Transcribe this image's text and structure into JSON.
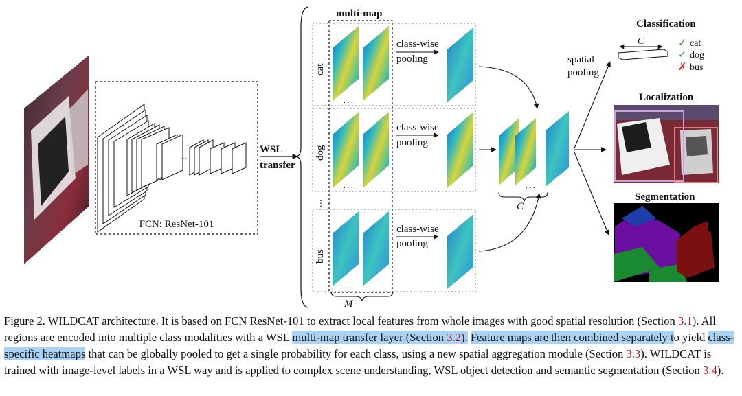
{
  "figure": {
    "fcn_label": "FCN: ResNet-101",
    "transfer_label_1": "WSL",
    "transfer_label_2": "transfer",
    "multimap_title": "multi-map",
    "rows": [
      {
        "class_label": "cat",
        "pooling_1": "class-wise",
        "pooling_2": "pooling"
      },
      {
        "class_label": "dog",
        "pooling_1": "class-wise",
        "pooling_2": "pooling"
      },
      {
        "class_label": "bus",
        "pooling_1": "class-wise",
        "pooling_2": "pooling"
      }
    ],
    "ellipsis": "...",
    "m_label": "M",
    "c_label": "C",
    "spatial_pooling_1": "spatial",
    "spatial_pooling_2": "pooling",
    "outputs": {
      "classification": {
        "title": "Classification",
        "c_label": "C",
        "labels": [
          {
            "mark": "✓",
            "text": "cat",
            "color": "#3aa335"
          },
          {
            "mark": "✓",
            "text": "dog",
            "color": "#3aa335"
          },
          {
            "mark": "✗",
            "text": "bus",
            "color": "#d42020"
          }
        ]
      },
      "localization": {
        "title": "Localization"
      },
      "segmentation": {
        "title": "Segmentation"
      }
    }
  },
  "caption": {
    "parts": [
      "Figure 2. WILDCAT architecture. It is based on FCN ResNet-101 to extract local features from whole images with good spatial resolution (Section ",
      "3.1",
      "). All regions are encoded into multiple class modalities with a WSL ",
      "multi-map transfer layer (Section ",
      "3.2",
      ").",
      " ",
      "Feature maps are then combined separately t",
      "o yield ",
      "class-specific heatmaps",
      " that can be globally pooled to get a single probability for each class, using a new spatial aggregation module (Section ",
      "3.3",
      "). WILDCAT is trained with image-level labels in a WSL way and is applied to complex scene understanding, WSL object detection and semantic segmentation (Section ",
      "3.4",
      ")."
    ]
  }
}
